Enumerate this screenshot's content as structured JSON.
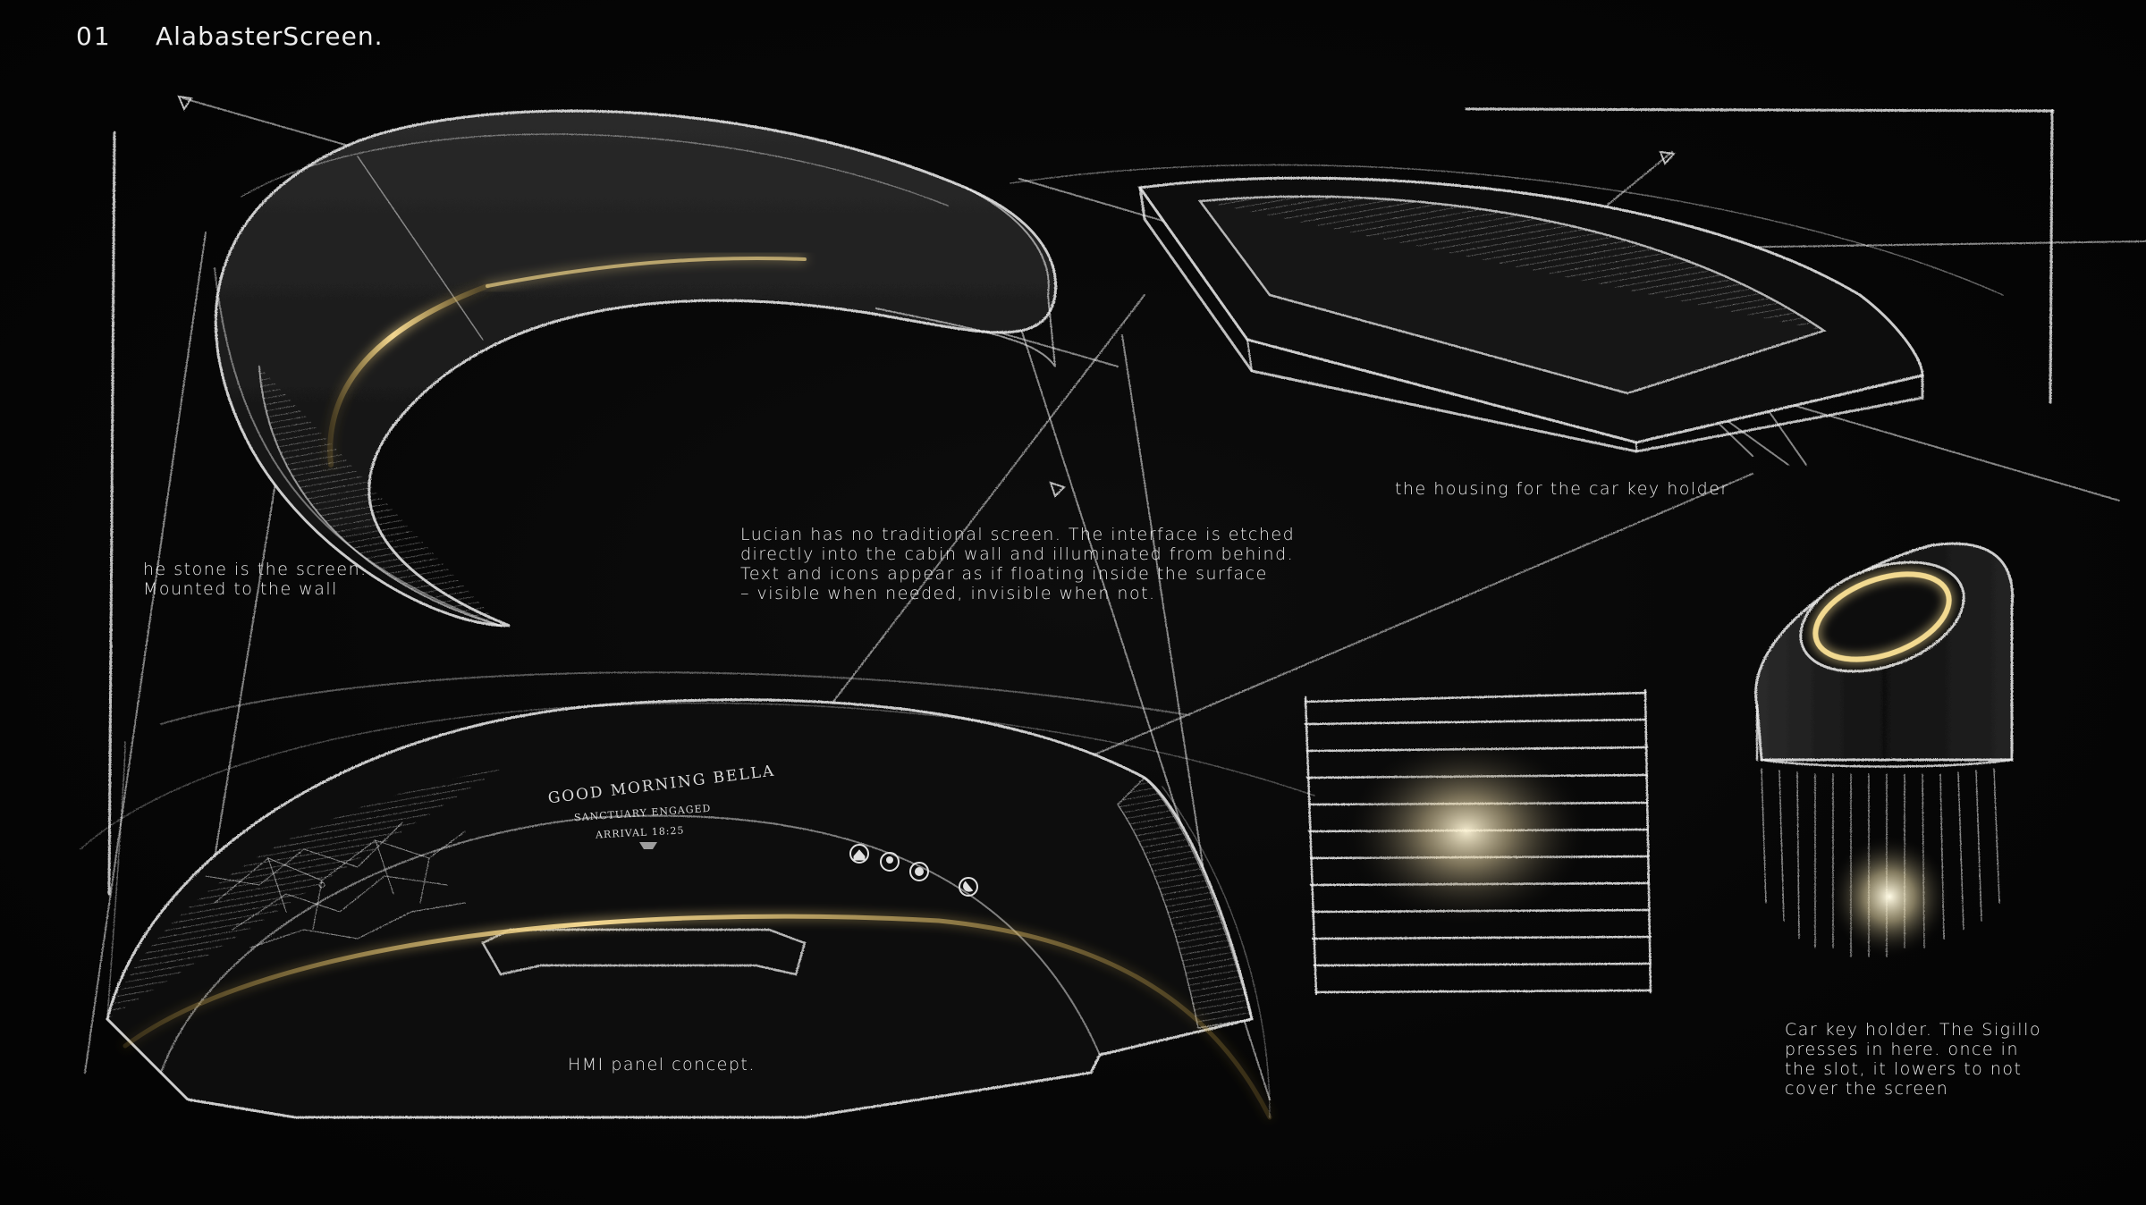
{
  "header": {
    "number": "01",
    "title": "AlabasterScreen."
  },
  "annotations": {
    "stone_screen": [
      "he stone is the screen.",
      "Mounted to the wall"
    ],
    "interface_description": [
      "Lucian has no traditional screen. The interface is etched",
      "directly into the cabin wall and illuminated from behind.",
      "Text and icons appear as if floating inside the surface",
      "– visible when needed, invisible when not."
    ],
    "housing": "the housing for the car key holder",
    "hmi_panel": "HMI panel concept.",
    "key_holder": [
      "Car key holder. The Sigillo",
      "presses in here. once in",
      "the slot, it lowers to not",
      "cover the screen"
    ]
  },
  "hmi_panel_display": {
    "greeting": "GOOD MORNING BELLA",
    "status": "SANCTUARY ENGAGED",
    "arrival": "ARRIVAL 18:25",
    "icons": [
      "home-icon",
      "location-pin-icon",
      "settings-icon",
      "moon-icon"
    ]
  },
  "colors": {
    "background": "#050505",
    "chalk": "#f0f0f0",
    "glow_gold": "#e8c67a"
  }
}
